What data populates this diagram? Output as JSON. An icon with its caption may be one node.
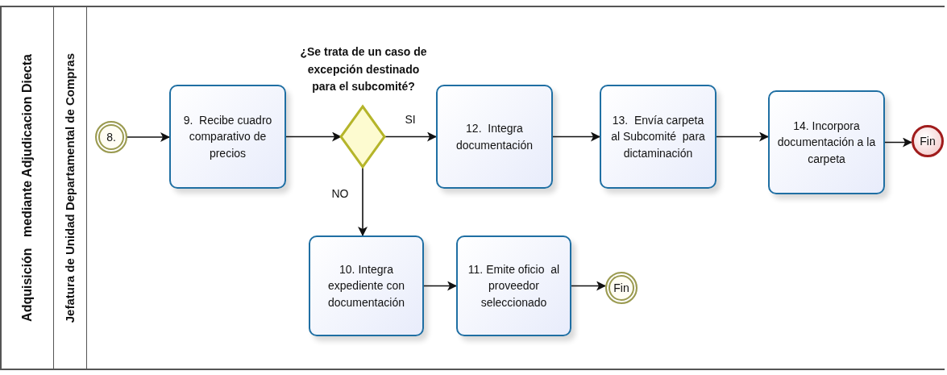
{
  "diagram": {
    "nodes": [
      {
        "text": [
          "Adquisición   mediante Adjudicacion Diecta"
        ]
      },
      {
        "text": [
          "Jefatura de Unidad Departamental de Compras"
        ],
        "in": 0
      },
      {
        "text": [
          "8."
        ],
        "in": 1
      },
      {
        "text": [
          "9.  Recibe cuadro comparativo de precios"
        ],
        "in": 1
      },
      {
        "text": [
          "¿Se trata de un caso de excepción destinado para el subcomité?"
        ],
        "in": 1
      },
      {
        "text": [
          "12.  Integra documentación"
        ],
        "in": 1
      },
      {
        "text": [
          "13.  Envía carpeta al Subcomité  para dictaminación"
        ],
        "in": 1
      },
      {
        "text": [
          "14. Incorpora documentación a la carpeta"
        ],
        "in": 1
      },
      {
        "text": [
          "Fin"
        ],
        "in": 1
      },
      {
        "text": [
          "10. Integra expediente con documentación"
        ],
        "in": 1
      },
      {
        "text": [
          "11. Emite oficio  al proveedor seleccionado"
        ],
        "in": 1
      },
      {
        "text": [
          "Fin"
        ],
        "in": 1
      }
    ],
    "edges": [
      {
        "from": 2,
        "to": 3,
        "arrow": "to"
      },
      {
        "from": 3,
        "to": 4,
        "arrow": "to"
      },
      {
        "from": 4,
        "to": 5,
        "arrow": "to",
        "label": "SI"
      },
      {
        "from": 5,
        "to": 6,
        "arrow": "to"
      },
      {
        "from": 6,
        "to": 7,
        "arrow": "to"
      },
      {
        "from": 7,
        "to": 8,
        "arrow": "to"
      },
      {
        "from": 4,
        "to": 9,
        "arrow": "to",
        "label": "NO"
      },
      {
        "from": 9,
        "to": 10,
        "arrow": "to"
      },
      {
        "from": 10,
        "to": 11,
        "arrow": "to"
      }
    ]
  }
}
